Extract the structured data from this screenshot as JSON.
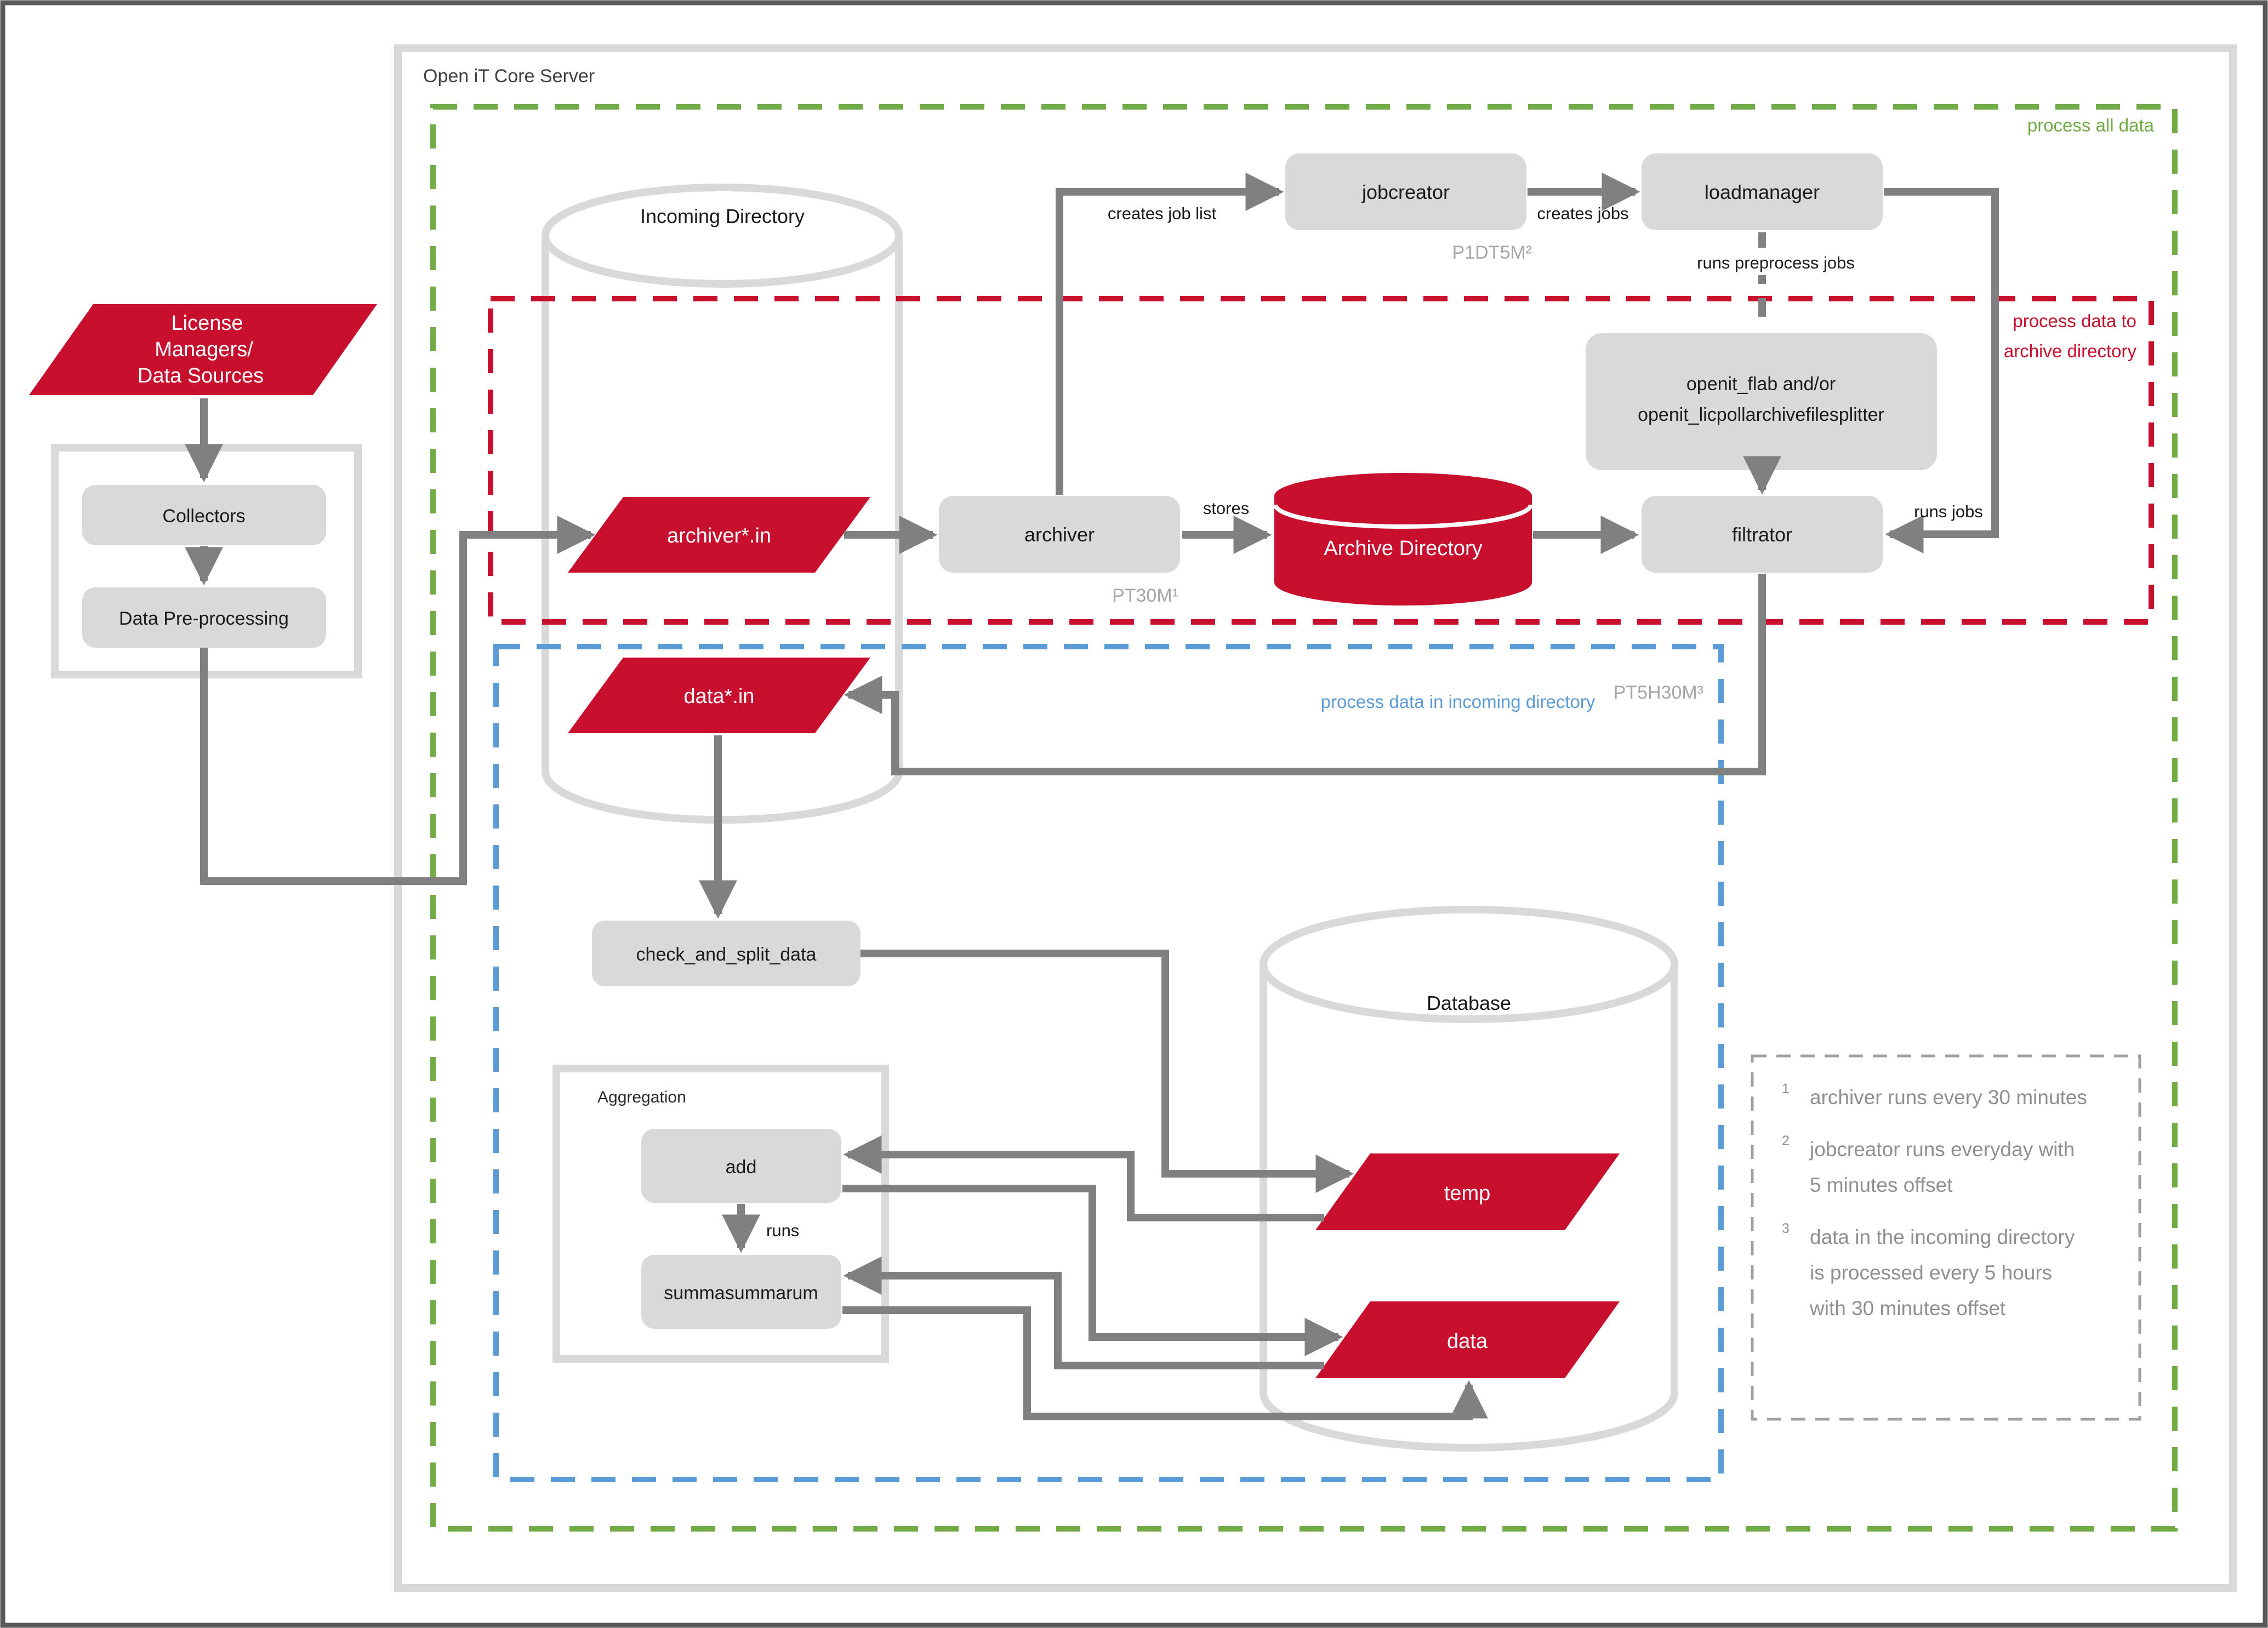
{
  "page": {
    "title": "Open iT Core Server"
  },
  "colors": {
    "brand_red": "#c8102e",
    "zone_green": "#70ad47",
    "zone_blue": "#5b9bd5",
    "connector_gray": "#808080",
    "box_gray": "#d9d9d9"
  },
  "zones": {
    "green": {
      "label": "process all data"
    },
    "red": {
      "label_lines": [
        "process data to",
        "archive directory"
      ]
    },
    "blue": {
      "label": "process data in incoming directory"
    }
  },
  "nodes": {
    "license": {
      "lines": [
        "License",
        "Managers/",
        "Data Sources"
      ]
    },
    "collectors": {
      "label": "Collectors"
    },
    "preprocessing": {
      "label": "Data Pre-processing"
    },
    "incoming_dir": {
      "label": "Incoming Directory"
    },
    "archiver_in": {
      "label": "archiver*.in"
    },
    "data_in": {
      "label": "data*.in"
    },
    "jobcreator": {
      "label": "jobcreator",
      "timer": "P1DT5M²"
    },
    "loadmanager": {
      "label": "loadmanager"
    },
    "openit_flab": {
      "lines": [
        "openit_flab and/or",
        "openit_licpollarchivefilesplitter"
      ]
    },
    "archiver": {
      "label": "archiver",
      "timer": "PT30M¹"
    },
    "archive_dir": {
      "label": "Archive Directory"
    },
    "filtrator": {
      "label": "filtrator",
      "timer": "PT5H30M³"
    },
    "check_and_split": {
      "label": "check_and_split_data"
    },
    "aggregation": {
      "label": "Aggregation"
    },
    "add": {
      "label": "add"
    },
    "summasummarum": {
      "label": "summasummarum"
    },
    "database": {
      "label": "Database"
    },
    "temp": {
      "label": "temp"
    },
    "data": {
      "label": "data"
    }
  },
  "edges": {
    "creates_job_list": "creates job list",
    "creates_jobs": "creates jobs",
    "runs_preprocess_jobs": "runs preprocess jobs",
    "runs_jobs": "runs jobs",
    "stores": "stores",
    "runs": "runs"
  },
  "footnotes": {
    "items": [
      {
        "marker": "1",
        "lines": [
          "archiver runs every 30 minutes"
        ]
      },
      {
        "marker": "2",
        "lines": [
          "jobcreator runs everyday with",
          "5 minutes offset"
        ]
      },
      {
        "marker": "3",
        "lines": [
          "data in the incoming directory",
          "is  processed  every  5  hours",
          "with 30 minutes offset"
        ]
      }
    ]
  }
}
